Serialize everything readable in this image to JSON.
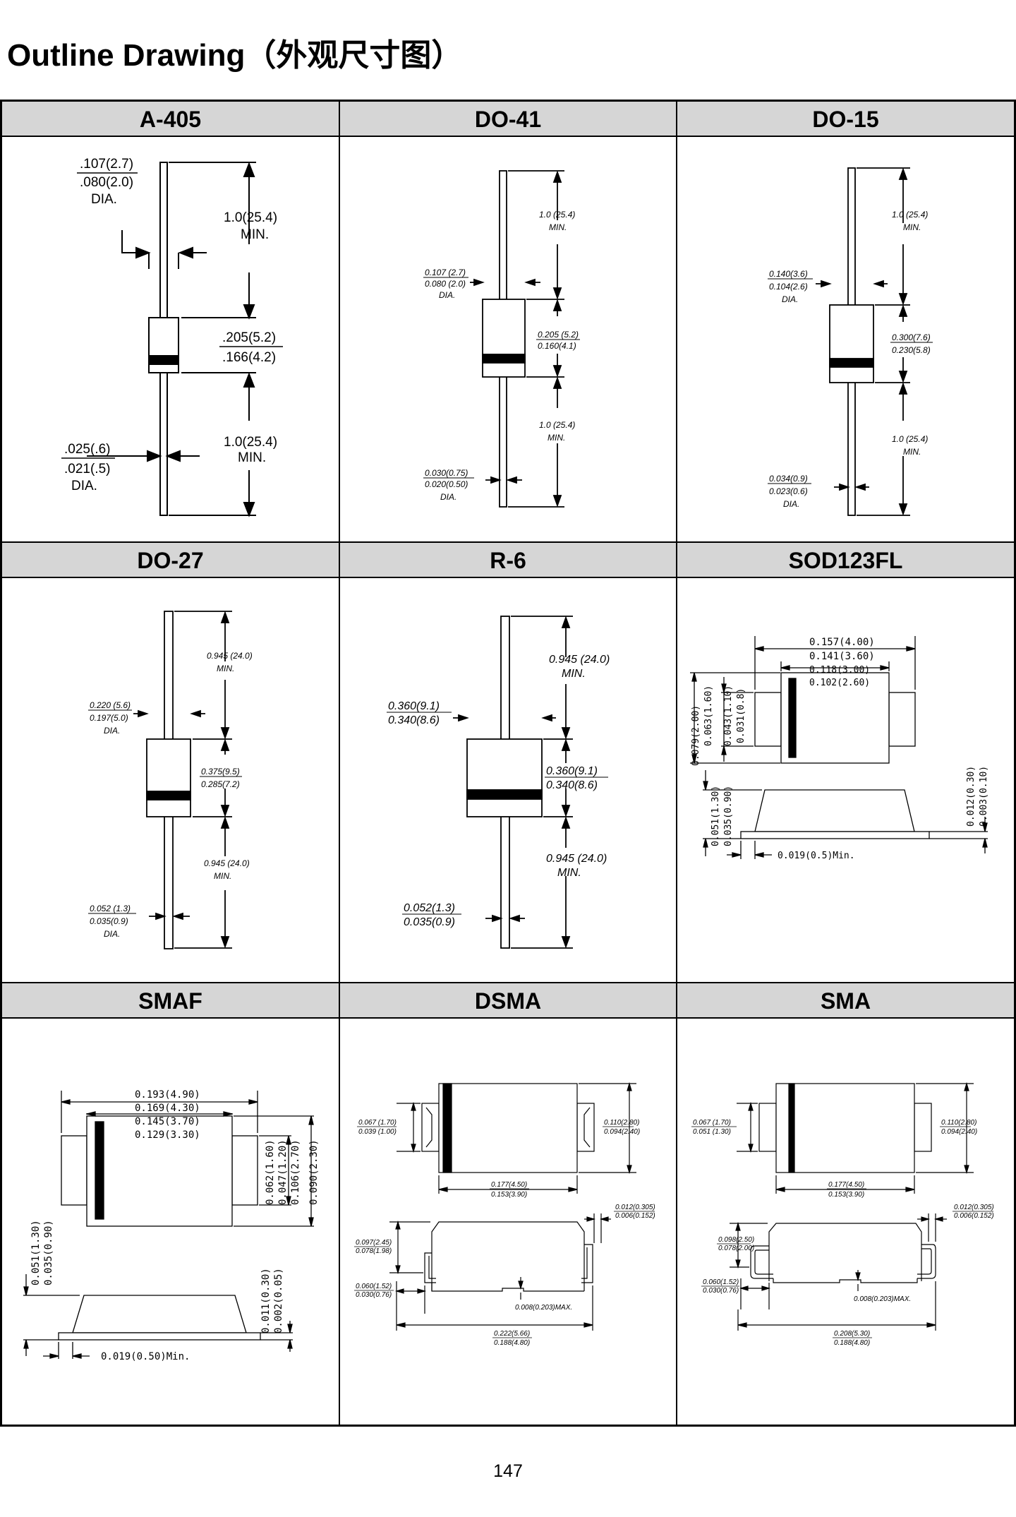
{
  "page": {
    "title": "Outline Drawing（外观尺寸图）",
    "page_number": "147"
  },
  "packages": [
    {
      "name": "A-405"
    },
    {
      "name": "DO-41"
    },
    {
      "name": "DO-15"
    },
    {
      "name": "DO-27"
    },
    {
      "name": "R-6"
    },
    {
      "name": "SOD123FL"
    },
    {
      "name": "SMAF"
    },
    {
      "name": "DSMA"
    },
    {
      "name": "SMA"
    }
  ],
  "dims": {
    "a405": {
      "body_dia_max": ".107(2.7)",
      "body_dia_min": ".080(2.0)",
      "dia": "DIA.",
      "lead_len": "1.0(25.4)",
      "min": "MIN.",
      "body_len_max": ".205(5.2)",
      "body_len_min": ".166(4.2)",
      "lead_len2": "1.0(25.4)",
      "min2": "MIN.",
      "lead_dia_max": ".025(.6)",
      "lead_dia_min": ".021(.5)",
      "dia2": "DIA."
    },
    "do41": {
      "lead_len": "1.0 (25.4)",
      "min": "MIN.",
      "body_dia_max": "0.107 (2.7)",
      "body_dia_min": "0.080 (2.0)",
      "dia": "DIA.",
      "body_len_max": "0.205 (5.2)",
      "body_len_min": "0.160(4.1)",
      "lead_len2": "1.0 (25.4)",
      "min2": "MIN.",
      "lead_dia_max": "0.030(0.75)",
      "lead_dia_min": "0.020(0.50)",
      "dia2": "DIA."
    },
    "do15": {
      "lead_len": "1.0 (25.4)",
      "min": "MIN.",
      "body_dia_max": "0.140(3.6)",
      "body_dia_min": "0.104(2.6)",
      "dia": "DIA.",
      "body_len_max": "0.300(7.6)",
      "body_len_min": "0.230(5.8)",
      "lead_len2": "1.0 (25.4)",
      "min2": "MIN.",
      "lead_dia_max": "0.034(0.9)",
      "lead_dia_min": "0.023(0.6)",
      "dia2": "DIA."
    },
    "do27": {
      "lead_len": "0.945 (24.0)",
      "min": "MIN.",
      "body_dia_max": "0.220 (5.6)",
      "body_dia_min": "0.197(5.0)",
      "dia": "DIA.",
      "body_len_max": "0.375(9.5)",
      "body_len_min": "0.285(7.2)",
      "lead_len2": "0.945 (24.0)",
      "min2": "MIN.",
      "lead_dia_max": "0.052 (1.3)",
      "lead_dia_min": "0.035(0.9)",
      "dia2": "DIA."
    },
    "r6": {
      "lead_len": "0.945 (24.0)",
      "min": "MIN.",
      "body_dia_max": "0.360(9.1)",
      "body_dia_min": "0.340(8.6)",
      "body_len_max": "0.360(9.1)",
      "body_len_min": "0.340(8.6)",
      "lead_len2": "0.945 (24.0)",
      "min2": "MIN.",
      "lead_dia_max": "0.052(1.3)",
      "lead_dia_min": "0.035(0.9)"
    },
    "sod123fl": {
      "len_max": "0.157(4.00)",
      "len_min": "0.141(3.60)",
      "body_max": "0.118(3.00)",
      "body_min": "0.102(2.60)",
      "w_max": "0.079(2.00)",
      "w_min": "0.063(1.60)",
      "lead_w_max": "0.043(1.10)",
      "lead_w_min": "0.031(0.8)",
      "h_max": "0.051(1.30)",
      "h_min": "0.035(0.90)",
      "t_max": "0.012(0.30)",
      "t_min": "0.003(0.10)",
      "foot": "0.019(0.5)Min."
    },
    "smaf": {
      "len_max": "0.193(4.90)",
      "len_min": "0.169(4.30)",
      "body_max": "0.145(3.70)",
      "body_min": "0.129(3.30)",
      "lead_w_max": "0.062(1.60)",
      "lead_w_min": "0.047(1.20)",
      "w_max": "0.106(2.70)",
      "w_min": "0.090(2.30)",
      "h_max": "0.051(1.30)",
      "h_min": "0.035(0.90)",
      "t_max": "0.011(0.30)",
      "t_min": "0.002(0.05)",
      "foot": "0.019(0.50)Min."
    },
    "dsma": {
      "lead_w_max": "0.067 (1.70)",
      "lead_w_min": "0.039 (1.00)",
      "w_max": "0.110(2.80)",
      "w_min": "0.094(2.40)",
      "body_max": "0.177(4.50)",
      "body_min": "0.153(3.90)",
      "t_max": "0.012(0.305)",
      "t_min": "0.006(0.152)",
      "h_max": "0.097(2.45)",
      "h_min": "0.078(1.98)",
      "foot_max": "0.060(1.52)",
      "foot_min": "0.030(0.76)",
      "standoff": "0.008(0.203)MAX.",
      "len_max": "0.222(5.66)",
      "len_min": "0.188(4.80)"
    },
    "sma": {
      "lead_w_max": "0.067 (1.70)",
      "lead_w_min": "0.051 (1.30)",
      "w_max": "0.110(2.80)",
      "w_min": "0.094(2.40)",
      "body_max": "0.177(4.50)",
      "body_min": "0.153(3.90)",
      "t_max": "0.012(0.305)",
      "t_min": "0.006(0.152)",
      "h_max": "0.098(2.50)",
      "h_min": "0.078(2.00)",
      "foot_max": "0.060(1.52)",
      "foot_min": "0.030(0.76)",
      "standoff": "0.008(0.203)MAX.",
      "len_max": "0.208(5.30)",
      "len_min": "0.188(4.80)"
    }
  }
}
